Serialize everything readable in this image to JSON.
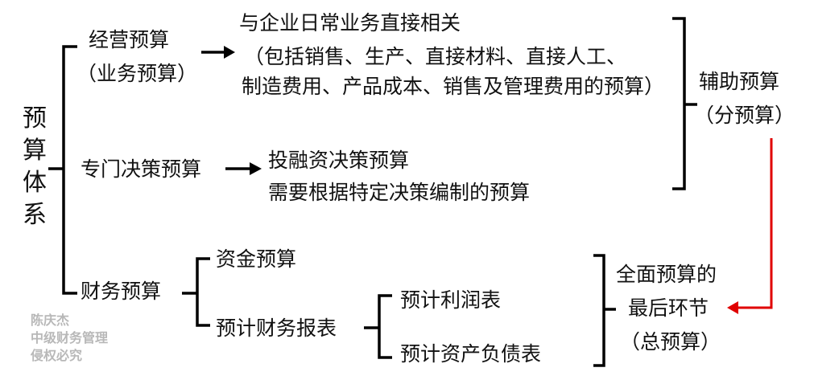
{
  "root": "预算体系",
  "operating": {
    "title": "经营预算",
    "subtitle": "（业务预算）",
    "desc1": "与企业日常业务直接相关",
    "desc2": "（包括销售、生产、直接材料、直接人工、",
    "desc3": "制造费用、产品成本、销售及管理费用的预算）"
  },
  "special": {
    "title": "专门决策预算",
    "desc1": "投融资决策预算",
    "desc2": "需要根据特定决策编制的预算"
  },
  "auxiliary": {
    "title": "辅助预算",
    "subtitle": "（分预算）"
  },
  "financial": {
    "title": "财务预算",
    "cash": "资金预算",
    "statements": "预计财务报表",
    "income": "预计利润表",
    "balance": "预计资产负债表"
  },
  "master": {
    "line1": "全面预算的",
    "line2": "最后环节",
    "line3": "（总预算）"
  },
  "watermark": {
    "line1": "陈庆杰",
    "line2": "中级财务管理",
    "line3": "侵权必究"
  },
  "colors": {
    "line": "#000000",
    "arrow_red": "#e00000",
    "watermark": "#b8b8b8"
  }
}
